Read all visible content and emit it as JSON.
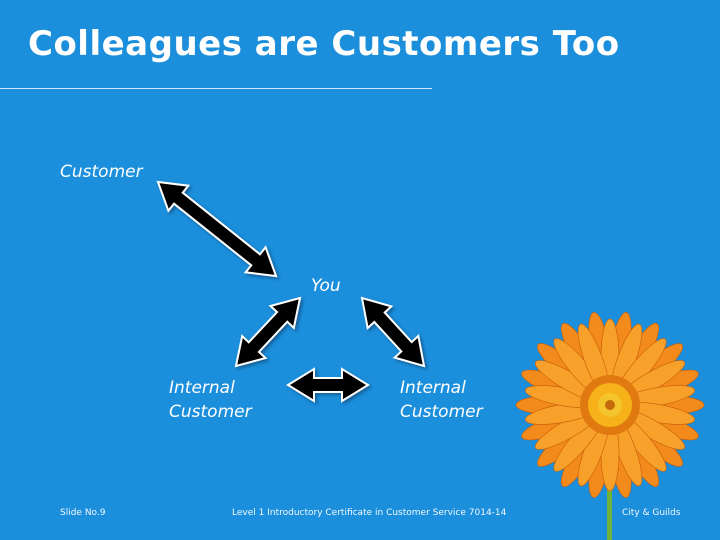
{
  "slide": {
    "title": "Colleagues are Customers Too",
    "background_color": "#1b8fdc"
  },
  "diagram": {
    "labels": {
      "customer": "Customer",
      "you": "You",
      "internal_left": "Internal\nCustomer",
      "internal_right": "Internal\nCustomer"
    },
    "arrows": [
      {
        "from": "customer",
        "to": "you",
        "style": "double-headed"
      },
      {
        "from": "you",
        "to": "internal_left",
        "style": "double-headed"
      },
      {
        "from": "you",
        "to": "internal_right",
        "style": "double-headed"
      },
      {
        "from": "internal_left",
        "to": "internal_right",
        "style": "double-headed"
      }
    ]
  },
  "footer": {
    "slide_number": "Slide No.9",
    "course": "Level 1 Introductory Certificate in Customer Service 7014-14",
    "organisation": "City & Guilds"
  },
  "decoration": {
    "image": "orange-gazania-flower"
  }
}
